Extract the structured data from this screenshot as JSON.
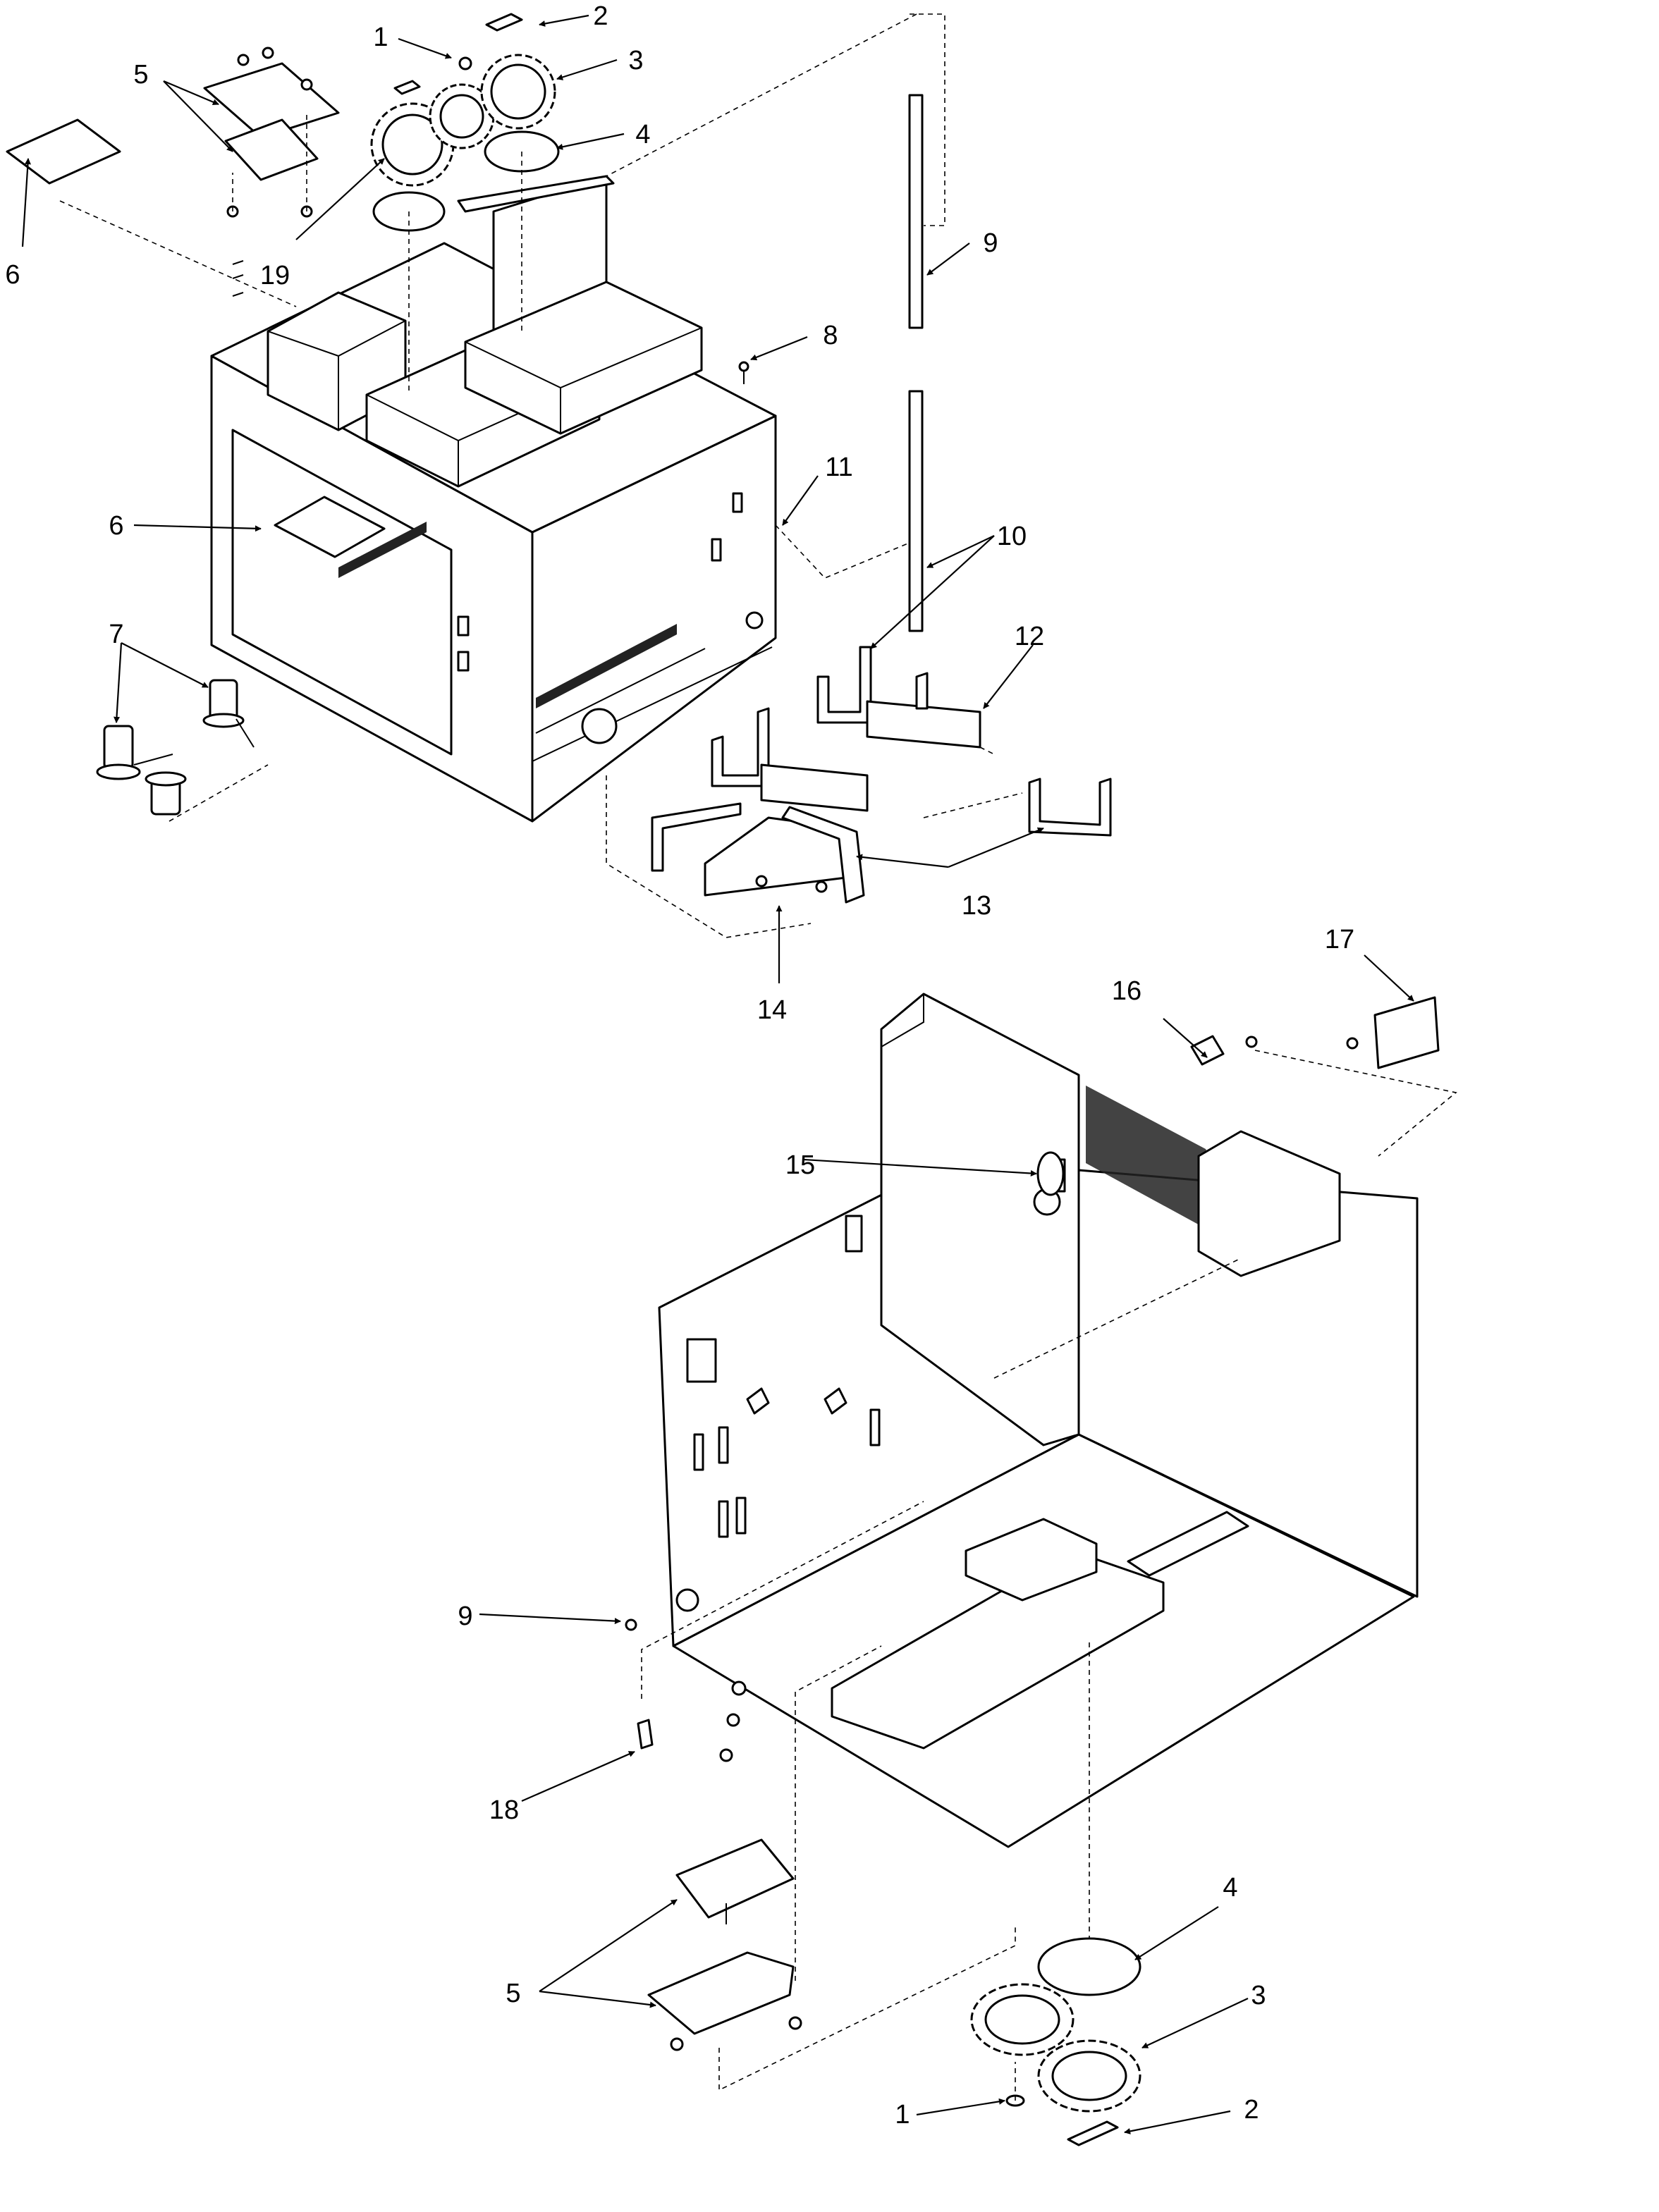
{
  "colors": {
    "line": "#000000",
    "background": "#ffffff"
  },
  "labels": [
    {
      "id": "top-1",
      "text": "1"
    },
    {
      "id": "top-2",
      "text": "2"
    },
    {
      "id": "top-3",
      "text": "3"
    },
    {
      "id": "top-4",
      "text": "4"
    },
    {
      "id": "top-5",
      "text": "5"
    },
    {
      "id": "top-6a",
      "text": "6"
    },
    {
      "id": "top-6b",
      "text": "6"
    },
    {
      "id": "top-7",
      "text": "7"
    },
    {
      "id": "top-8",
      "text": "8"
    },
    {
      "id": "top-9",
      "text": "9"
    },
    {
      "id": "top-10",
      "text": "10"
    },
    {
      "id": "top-11",
      "text": "11"
    },
    {
      "id": "top-12",
      "text": "12"
    },
    {
      "id": "top-13",
      "text": "13"
    },
    {
      "id": "top-14",
      "text": "14"
    },
    {
      "id": "top-19",
      "text": "19"
    },
    {
      "id": "bot-15",
      "text": "15"
    },
    {
      "id": "bot-16",
      "text": "16"
    },
    {
      "id": "bot-17",
      "text": "17"
    },
    {
      "id": "bot-9",
      "text": "9"
    },
    {
      "id": "bot-18",
      "text": "18"
    },
    {
      "id": "bot-5",
      "text": "5"
    },
    {
      "id": "bot-4",
      "text": "4"
    },
    {
      "id": "bot-3",
      "text": "3"
    },
    {
      "id": "bot-1",
      "text": "1"
    },
    {
      "id": "bot-2",
      "text": "2"
    }
  ]
}
